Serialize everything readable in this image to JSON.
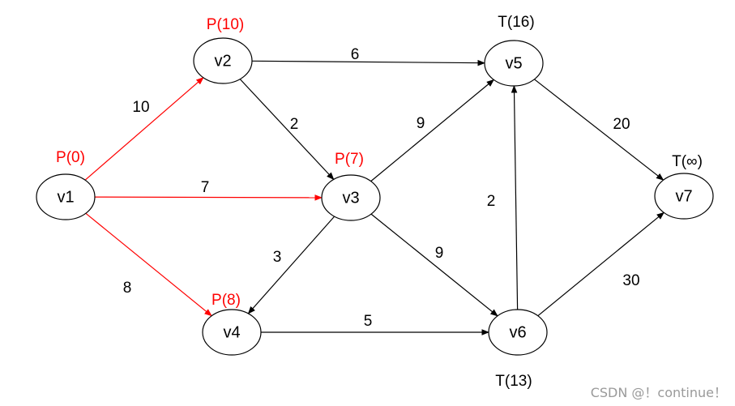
{
  "colors": {
    "ink": "#000000",
    "highlight": "#ff0000",
    "watermark": "#9a9a9a"
  },
  "nodes": [
    {
      "id": "v1",
      "label": "v1",
      "tag": "P(0)",
      "tag_color": "highlight"
    },
    {
      "id": "v2",
      "label": "v2",
      "tag": "P(10)",
      "tag_color": "highlight"
    },
    {
      "id": "v3",
      "label": "v3",
      "tag": "P(7)",
      "tag_color": "highlight"
    },
    {
      "id": "v4",
      "label": "v4",
      "tag": "P(8)",
      "tag_color": "highlight"
    },
    {
      "id": "v5",
      "label": "v5",
      "tag": "T(16)",
      "tag_color": "ink"
    },
    {
      "id": "v6",
      "label": "v6",
      "tag": "T(13)",
      "tag_color": "ink"
    },
    {
      "id": "v7",
      "label": "v7",
      "tag": "T(∞)",
      "tag_color": "ink"
    }
  ],
  "edges": [
    {
      "from": "v1",
      "to": "v2",
      "weight": "10",
      "color": "highlight"
    },
    {
      "from": "v1",
      "to": "v3",
      "weight": "7",
      "color": "highlight"
    },
    {
      "from": "v1",
      "to": "v4",
      "weight": "8",
      "color": "highlight"
    },
    {
      "from": "v2",
      "to": "v5",
      "weight": "6",
      "color": "ink"
    },
    {
      "from": "v2",
      "to": "v3",
      "weight": "2",
      "color": "ink"
    },
    {
      "from": "v3",
      "to": "v5",
      "weight": "9",
      "color": "ink"
    },
    {
      "from": "v3",
      "to": "v4",
      "weight": "3",
      "color": "ink"
    },
    {
      "from": "v3",
      "to": "v6",
      "weight": "9",
      "color": "ink"
    },
    {
      "from": "v4",
      "to": "v6",
      "weight": "5",
      "color": "ink"
    },
    {
      "from": "v6",
      "to": "v5",
      "weight": "2",
      "color": "ink"
    },
    {
      "from": "v5",
      "to": "v7",
      "weight": "20",
      "color": "ink"
    },
    {
      "from": "v6",
      "to": "v7",
      "weight": "30",
      "color": "ink"
    }
  ],
  "watermark": "CSDN @！continue！"
}
